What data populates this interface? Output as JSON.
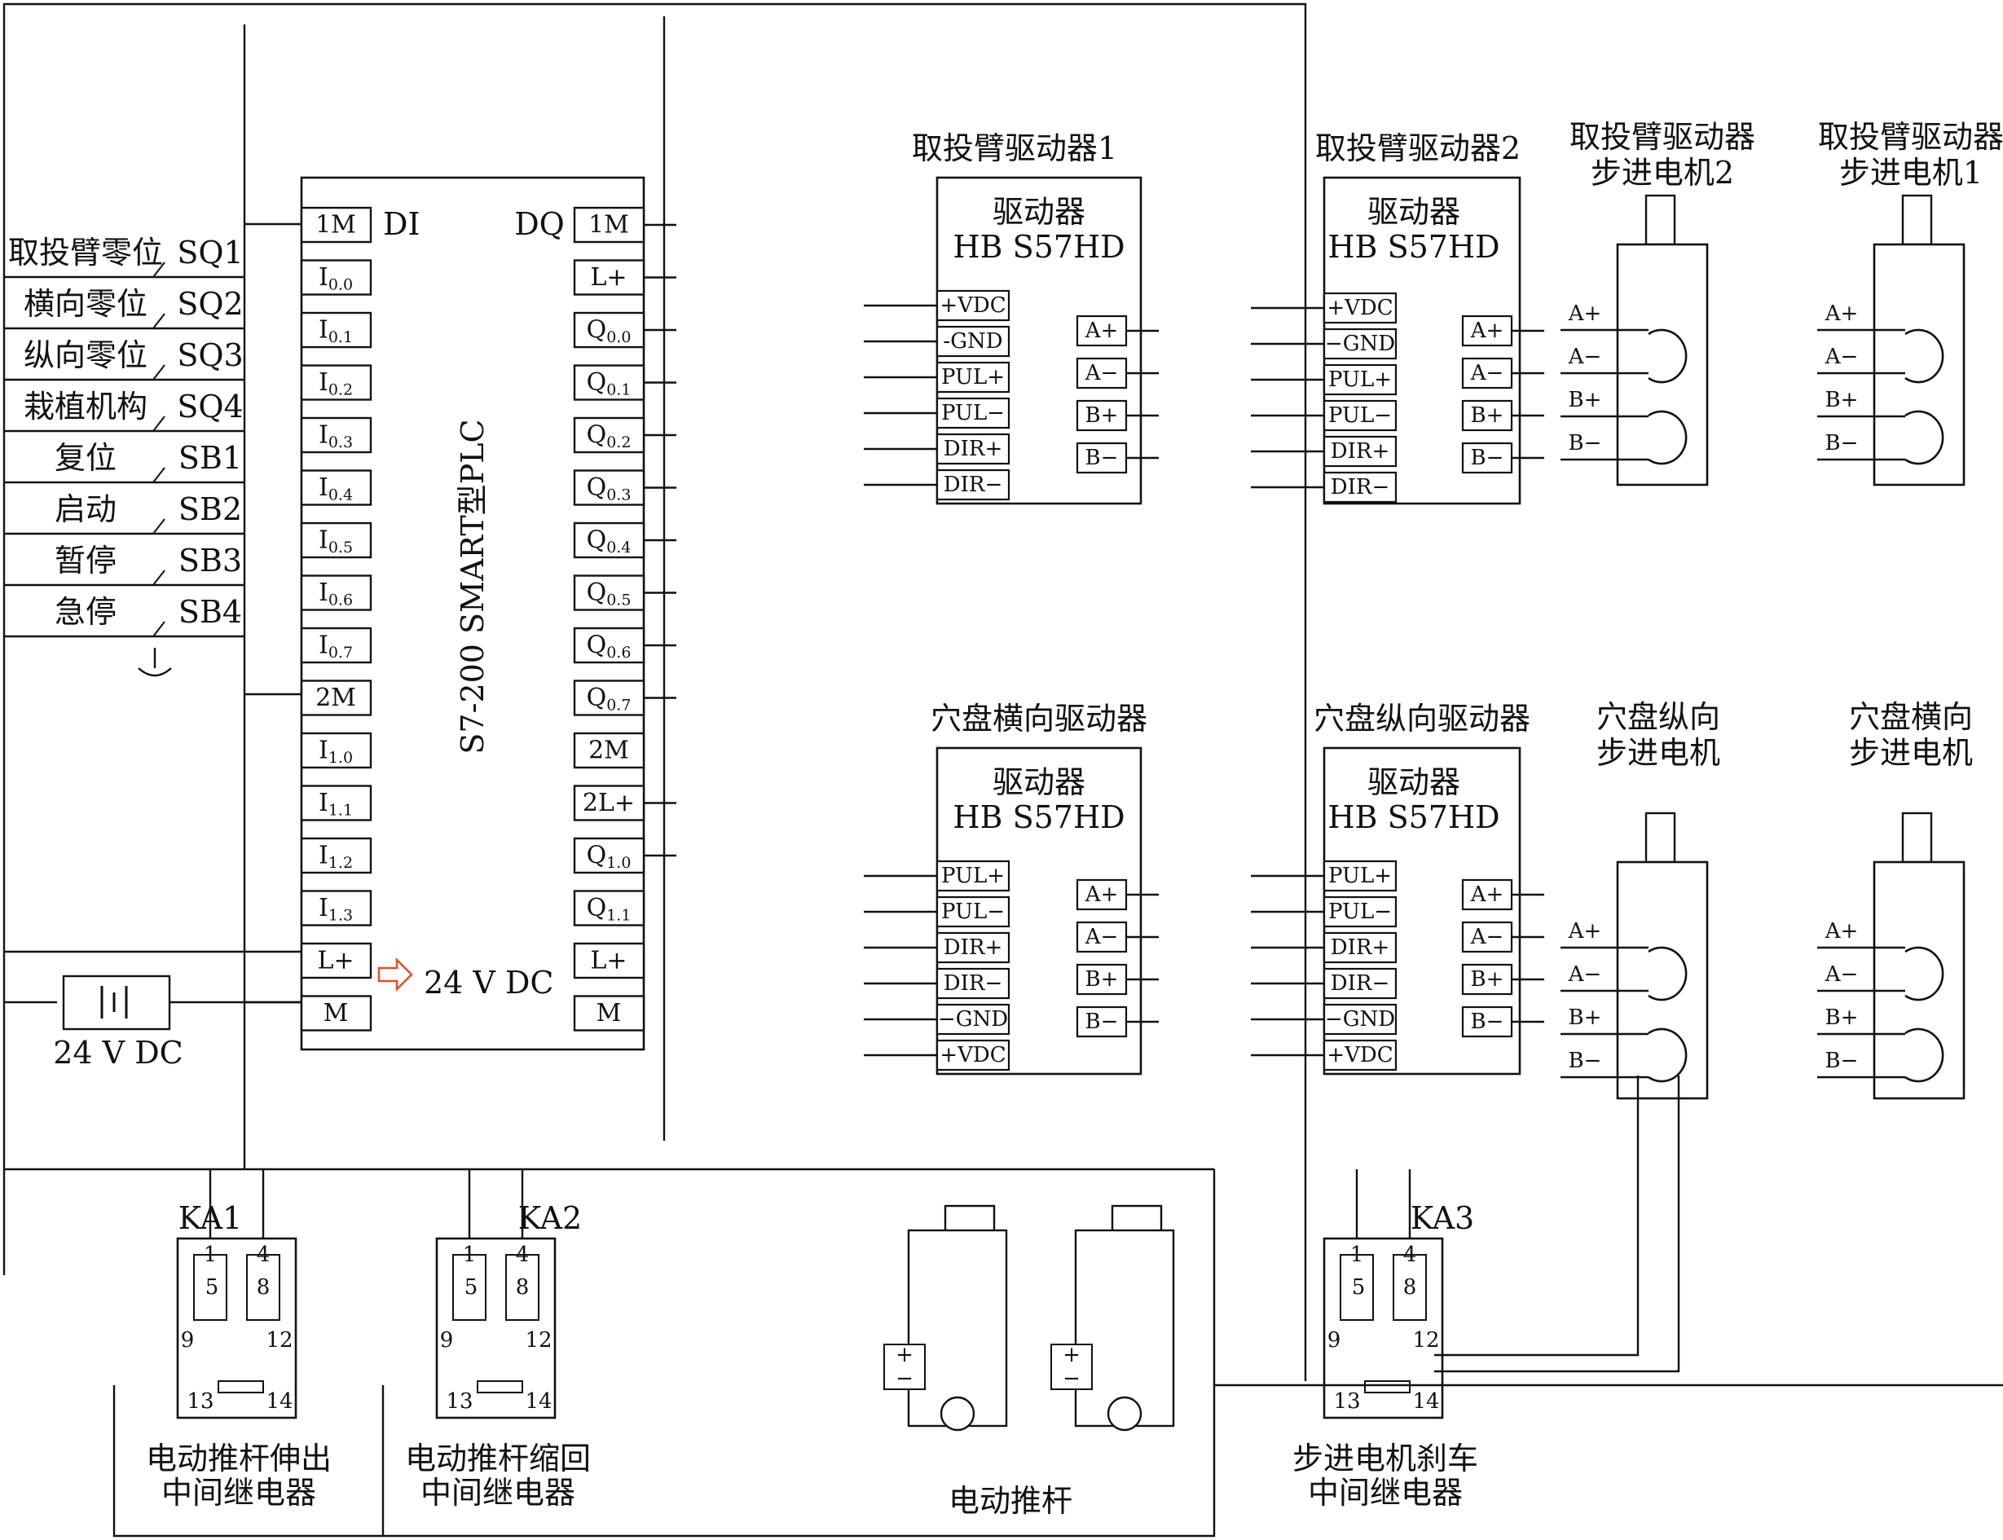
{
  "plc": {
    "name": "S7-200 SMART型PLC",
    "di_title": "DI",
    "dq_title": "DQ",
    "di_pins": [
      {
        "main": "1M",
        "sub": ""
      },
      {
        "main": "I",
        "sub": "0.0"
      },
      {
        "main": "I",
        "sub": "0.1"
      },
      {
        "main": "I",
        "sub": "0.2"
      },
      {
        "main": "I",
        "sub": "0.3"
      },
      {
        "main": "I",
        "sub": "0.4"
      },
      {
        "main": "I",
        "sub": "0.5"
      },
      {
        "main": "I",
        "sub": "0.6"
      },
      {
        "main": "I",
        "sub": "0.7"
      },
      {
        "main": "2M",
        "sub": ""
      },
      {
        "main": "I",
        "sub": "1.0"
      },
      {
        "main": "I",
        "sub": "1.1"
      },
      {
        "main": "I",
        "sub": "1.2"
      },
      {
        "main": "I",
        "sub": "1.3"
      },
      {
        "main": "L+",
        "sub": ""
      },
      {
        "main": "M",
        "sub": ""
      }
    ],
    "dq_pins": [
      {
        "main": "1M",
        "sub": ""
      },
      {
        "main": "L+",
        "sub": ""
      },
      {
        "main": "Q",
        "sub": "0.0"
      },
      {
        "main": "Q",
        "sub": "0.1"
      },
      {
        "main": "Q",
        "sub": "0.2"
      },
      {
        "main": "Q",
        "sub": "0.3"
      },
      {
        "main": "Q",
        "sub": "0.4"
      },
      {
        "main": "Q",
        "sub": "0.5"
      },
      {
        "main": "Q",
        "sub": "0.6"
      },
      {
        "main": "Q",
        "sub": "0.7"
      },
      {
        "main": "2M",
        "sub": ""
      },
      {
        "main": "2L+",
        "sub": ""
      },
      {
        "main": "Q",
        "sub": "1.0"
      },
      {
        "main": "Q",
        "sub": "1.1"
      },
      {
        "main": "L+",
        "sub": ""
      },
      {
        "main": "M",
        "sub": ""
      }
    ],
    "supply_label": "24 V DC"
  },
  "inputs": [
    {
      "label": "取投臂零位",
      "tag": "SQ1"
    },
    {
      "label": "横向零位",
      "tag": "SQ2"
    },
    {
      "label": "纵向零位",
      "tag": "SQ3"
    },
    {
      "label": "栽植机构",
      "tag": "SQ4"
    },
    {
      "label": "复位",
      "tag": "SB1"
    },
    {
      "label": "启动",
      "tag": "SB2"
    },
    {
      "label": "暂停",
      "tag": "SB3"
    },
    {
      "label": "急停",
      "tag": "SB4"
    }
  ],
  "battery_label": "24 V DC",
  "drivers": [
    {
      "title": "取投臂驱动器1",
      "name": "驱动器",
      "model": "HB S57HD",
      "left_pins": [
        "+VDC",
        "-GND",
        "PUL+",
        "PUL−",
        "DIR+",
        "DIR−"
      ],
      "right_pins": [
        "A+",
        "A−",
        "B+",
        "B−"
      ]
    },
    {
      "title": "取投臂驱动器2",
      "name": "驱动器",
      "model": "HB S57HD",
      "left_pins": [
        "+VDC",
        "−GND",
        "PUL+",
        "PUL−",
        "DIR+",
        "DIR−"
      ],
      "right_pins": [
        "A+",
        "A−",
        "B+",
        "B−"
      ]
    },
    {
      "title": "穴盘横向驱动器",
      "name": "驱动器",
      "model": "HB S57HD",
      "left_pins": [
        "PUL+",
        "PUL−",
        "DIR+",
        "DIR−",
        "−GND",
        "+VDC"
      ],
      "right_pins": [
        "A+",
        "A−",
        "B+",
        "B−"
      ]
    },
    {
      "title": "穴盘纵向驱动器",
      "name": "驱动器",
      "model": "HB S57HD",
      "left_pins": [
        "PUL+",
        "PUL−",
        "DIR+",
        "DIR−",
        "−GND",
        "+VDC"
      ],
      "right_pins": [
        "A+",
        "A−",
        "B+",
        "B−"
      ]
    }
  ],
  "motors": [
    {
      "title1": "取投臂驱动器",
      "title2": "步进电机2",
      "pins": [
        "A+",
        "A−",
        "B+",
        "B−"
      ]
    },
    {
      "title1": "取投臂驱动器",
      "title2": "步进电机1",
      "pins": [
        "A+",
        "A−",
        "B+",
        "B−"
      ]
    },
    {
      "title1": "穴盘纵向",
      "title2": "步进电机",
      "pins": [
        "A+",
        "A−",
        "B+",
        "B−"
      ]
    },
    {
      "title1": "穴盘横向",
      "title2": "步进电机",
      "pins": [
        "A+",
        "A−",
        "B+",
        "B−"
      ]
    }
  ],
  "relays": [
    {
      "tag": "KA1",
      "caption1": "电动推杆伸出",
      "caption2": "中间继电器",
      "pins": [
        "1",
        "4",
        "5",
        "8",
        "9",
        "12",
        "13",
        "14"
      ]
    },
    {
      "tag": "KA2",
      "caption1": "电动推杆缩回",
      "caption2": "中间继电器",
      "pins": [
        "1",
        "4",
        "5",
        "8",
        "9",
        "12",
        "13",
        "14"
      ]
    },
    {
      "tag": "KA3",
      "caption1": "步进电机刹车",
      "caption2": "中间继电器",
      "pins": [
        "1",
        "4",
        "5",
        "8",
        "9",
        "12",
        "13",
        "14"
      ]
    }
  ],
  "actuator": {
    "label": "电动推杆",
    "plus": "+",
    "minus": "−"
  },
  "colors": {
    "line": "#111111",
    "arrow": "#e0522c",
    "background": "#ffffff"
  }
}
